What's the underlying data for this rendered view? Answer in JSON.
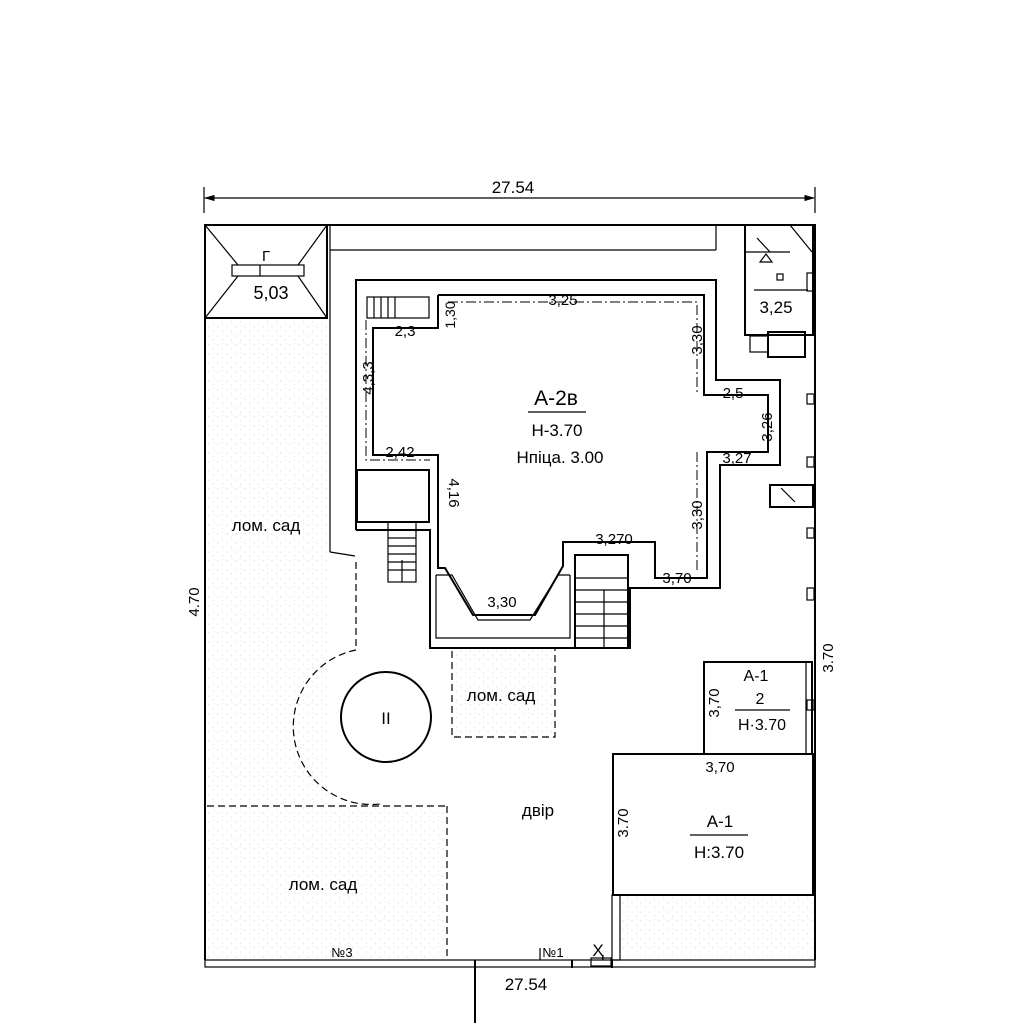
{
  "dimensions": {
    "top_width": "27.54",
    "bottom_width": "27.54",
    "left_depth": "4.70",
    "right_depth": "3.70"
  },
  "building_main": {
    "name": "А-2в",
    "height": "Н-3.70",
    "basement_height": "Нпіца. 3.00",
    "dims": {
      "top": "3,25",
      "top_left_step": "2,3",
      "top_left_small": "1,30",
      "left": "4,3,3",
      "right_upper": "3,30",
      "right_step": "2,5",
      "right_wing": "3,26",
      "right_lower_step": "3,27",
      "right_lower": "3,30",
      "left_step": "2,42",
      "left_lower": "4,16",
      "bottom_right_step": "3,270",
      "bottom_right": "3,70",
      "bottom": "3,30"
    }
  },
  "garage": {
    "letter": "Г",
    "value": "5,03"
  },
  "shed": {
    "value": "3,25"
  },
  "annex_small": {
    "name": "А-1",
    "number": "2",
    "height": "Н·3.70",
    "dim_left": "3,70"
  },
  "annex_large": {
    "name": "А-1",
    "height": "Н:3.70",
    "dim_top": "3,70",
    "dim_left": "3.70"
  },
  "well": {
    "label": "II"
  },
  "zones": {
    "garden_left": "лом. сад",
    "garden_center": "лом. сад",
    "garden_bottom": "лом. сад",
    "yard": "двір"
  },
  "gates": {
    "no3": "№3",
    "no1": "№1",
    "gate_mark": "Ҳ"
  }
}
